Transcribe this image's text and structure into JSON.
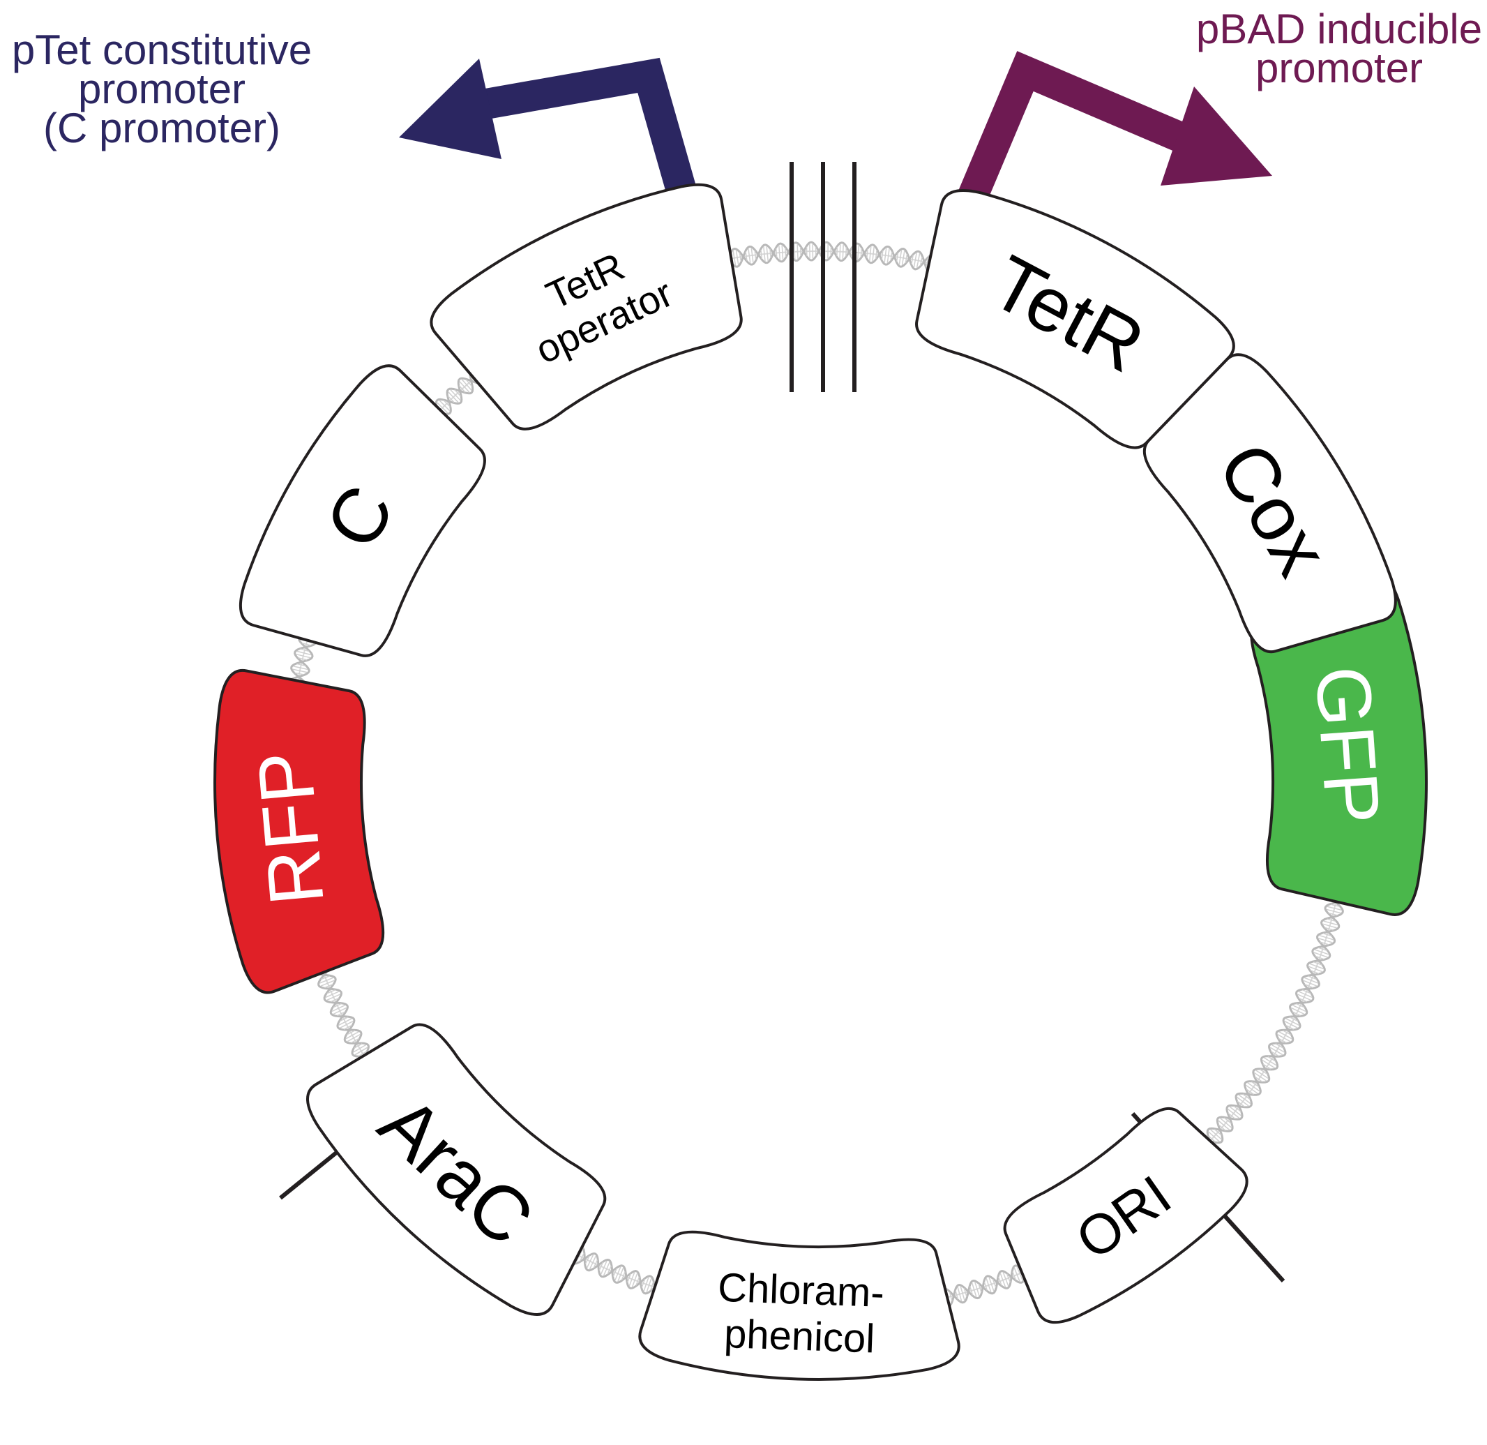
{
  "promoters": {
    "ptet": {
      "label_lines": [
        "pTet constitutive",
        "promoter",
        "(C promoter)"
      ],
      "color": "#2b2661"
    },
    "pbad": {
      "label_lines": [
        "pBAD inducible",
        "promoter"
      ],
      "color": "#6e1a52"
    }
  },
  "parts": {
    "tetr_operator": {
      "lines": [
        "TetR",
        "operator"
      ],
      "fill": "#ffffff",
      "text_color": "#000000"
    },
    "c": {
      "lines": [
        "C"
      ],
      "fill": "#ffffff",
      "text_color": "#000000"
    },
    "rfp": {
      "lines": [
        "RFP"
      ],
      "fill": "#e02027",
      "text_color": "#ffffff"
    },
    "arac": {
      "lines": [
        "AraC"
      ],
      "fill": "#ffffff",
      "text_color": "#000000"
    },
    "chloramphenicol": {
      "lines": [
        "Chloram-",
        "phenicol"
      ],
      "fill": "#ffffff",
      "text_color": "#000000"
    },
    "ori": {
      "lines": [
        "ORI"
      ],
      "fill": "#ffffff",
      "text_color": "#000000"
    },
    "gfp": {
      "lines": [
        "GFP"
      ],
      "fill": "#4ab74b",
      "text_color": "#ffffff"
    },
    "cox": {
      "lines": [
        "Cox"
      ],
      "fill": "#ffffff",
      "text_color": "#000000"
    },
    "tetr": {
      "lines": [
        "TetR"
      ],
      "fill": "#ffffff",
      "text_color": "#000000"
    }
  },
  "colors": {
    "outline": "#231f20",
    "dna_strand": "#b8b8b8"
  }
}
